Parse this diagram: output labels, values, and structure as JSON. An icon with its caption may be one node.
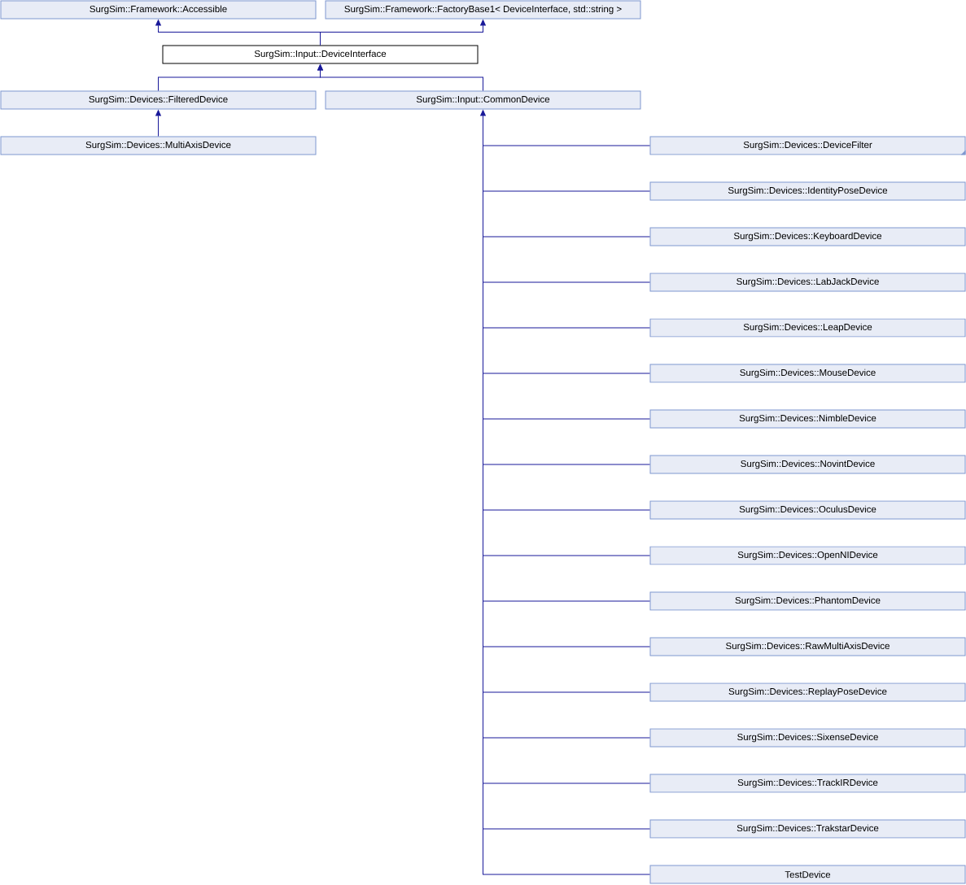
{
  "diagram": {
    "nodes": [
      {
        "text": [
          "SurgSim::Framework::Accessible"
        ]
      },
      {
        "text": [
          "SurgSim::Framework::FactoryBase1< DeviceInterface, std::string >"
        ]
      },
      {
        "text": [
          "SurgSim::Input::DeviceInterface"
        ]
      },
      {
        "text": [
          "SurgSim::Devices::FilteredDevice"
        ]
      },
      {
        "text": [
          "SurgSim::Input::CommonDevice"
        ]
      },
      {
        "text": [
          "SurgSim::Devices::MultiAxisDevice"
        ]
      },
      {
        "text": [
          "SurgSim::Devices::DeviceFilter"
        ]
      },
      {
        "text": [
          "SurgSim::Devices::IdentityPoseDevice"
        ]
      },
      {
        "text": [
          "SurgSim::Devices::KeyboardDevice"
        ]
      },
      {
        "text": [
          "SurgSim::Devices::LabJackDevice"
        ]
      },
      {
        "text": [
          "SurgSim::Devices::LeapDevice"
        ]
      },
      {
        "text": [
          "SurgSim::Devices::MouseDevice"
        ]
      },
      {
        "text": [
          "SurgSim::Devices::NimbleDevice"
        ]
      },
      {
        "text": [
          "SurgSim::Devices::NovintDevice"
        ]
      },
      {
        "text": [
          "SurgSim::Devices::OculusDevice"
        ]
      },
      {
        "text": [
          "SurgSim::Devices::OpenNIDevice"
        ]
      },
      {
        "text": [
          "SurgSim::Devices::PhantomDevice"
        ]
      },
      {
        "text": [
          "SurgSim::Devices::RawMultiAxisDevice"
        ]
      },
      {
        "text": [
          "SurgSim::Devices::ReplayPoseDevice"
        ]
      },
      {
        "text": [
          "SurgSim::Devices::SixenseDevice"
        ]
      },
      {
        "text": [
          "SurgSim::Devices::TrackIRDevice"
        ]
      },
      {
        "text": [
          "SurgSim::Devices::TrakstarDevice"
        ]
      },
      {
        "text": [
          "TestDevice"
        ]
      }
    ],
    "edges": [
      {
        "from": 2,
        "to": 0,
        "arrow": "to"
      },
      {
        "from": 2,
        "to": 1,
        "arrow": "to"
      },
      {
        "from": 3,
        "to": 2,
        "arrow": "to"
      },
      {
        "from": 4,
        "to": 2,
        "arrow": "to"
      },
      {
        "from": 5,
        "to": 3,
        "arrow": "to"
      },
      {
        "from": 6,
        "to": 4,
        "arrow": "to"
      },
      {
        "from": 7,
        "to": 4,
        "arrow": "to"
      },
      {
        "from": 8,
        "to": 4,
        "arrow": "to"
      },
      {
        "from": 9,
        "to": 4,
        "arrow": "to"
      },
      {
        "from": 10,
        "to": 4,
        "arrow": "to"
      },
      {
        "from": 11,
        "to": 4,
        "arrow": "to"
      },
      {
        "from": 12,
        "to": 4,
        "arrow": "to"
      },
      {
        "from": 13,
        "to": 4,
        "arrow": "to"
      },
      {
        "from": 14,
        "to": 4,
        "arrow": "to"
      },
      {
        "from": 15,
        "to": 4,
        "arrow": "to"
      },
      {
        "from": 16,
        "to": 4,
        "arrow": "to"
      },
      {
        "from": 17,
        "to": 4,
        "arrow": "to"
      },
      {
        "from": 18,
        "to": 4,
        "arrow": "to"
      },
      {
        "from": 19,
        "to": 4,
        "arrow": "to"
      },
      {
        "from": 20,
        "to": 4,
        "arrow": "to"
      },
      {
        "from": 21,
        "to": 4,
        "arrow": "to"
      },
      {
        "from": 22,
        "to": 4,
        "arrow": "to"
      }
    ]
  }
}
